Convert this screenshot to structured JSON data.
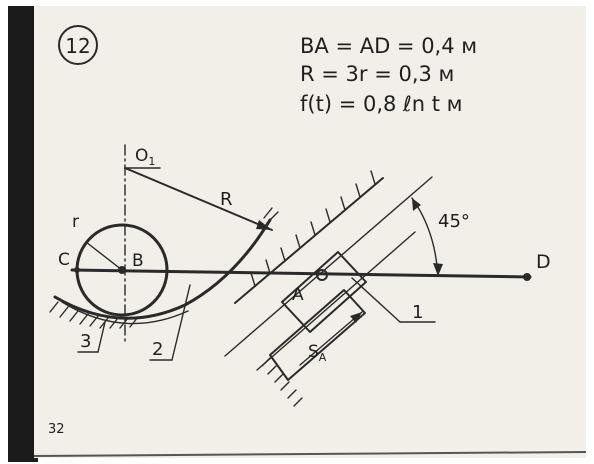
{
  "problem_number": "12",
  "given": {
    "line1": "BA = AD = 0,4 м",
    "line2": "R = 3r = 0,3 м",
    "line3": "f(t) = 0,8 ℓn t м"
  },
  "labels": {
    "O1": "O",
    "O1_sub": "1",
    "R": "R",
    "r": "r",
    "C": "C",
    "B": "B",
    "A": "A",
    "D": "D",
    "angle": "45°",
    "label_1": "1",
    "label_2": "2",
    "label_3": "3",
    "SA": "S",
    "SA_sub": "A"
  },
  "page_number": "32",
  "colors": {
    "ink": "#2a2a2a",
    "paper": "#f2efe8",
    "shadow": "#1a1a1a"
  }
}
